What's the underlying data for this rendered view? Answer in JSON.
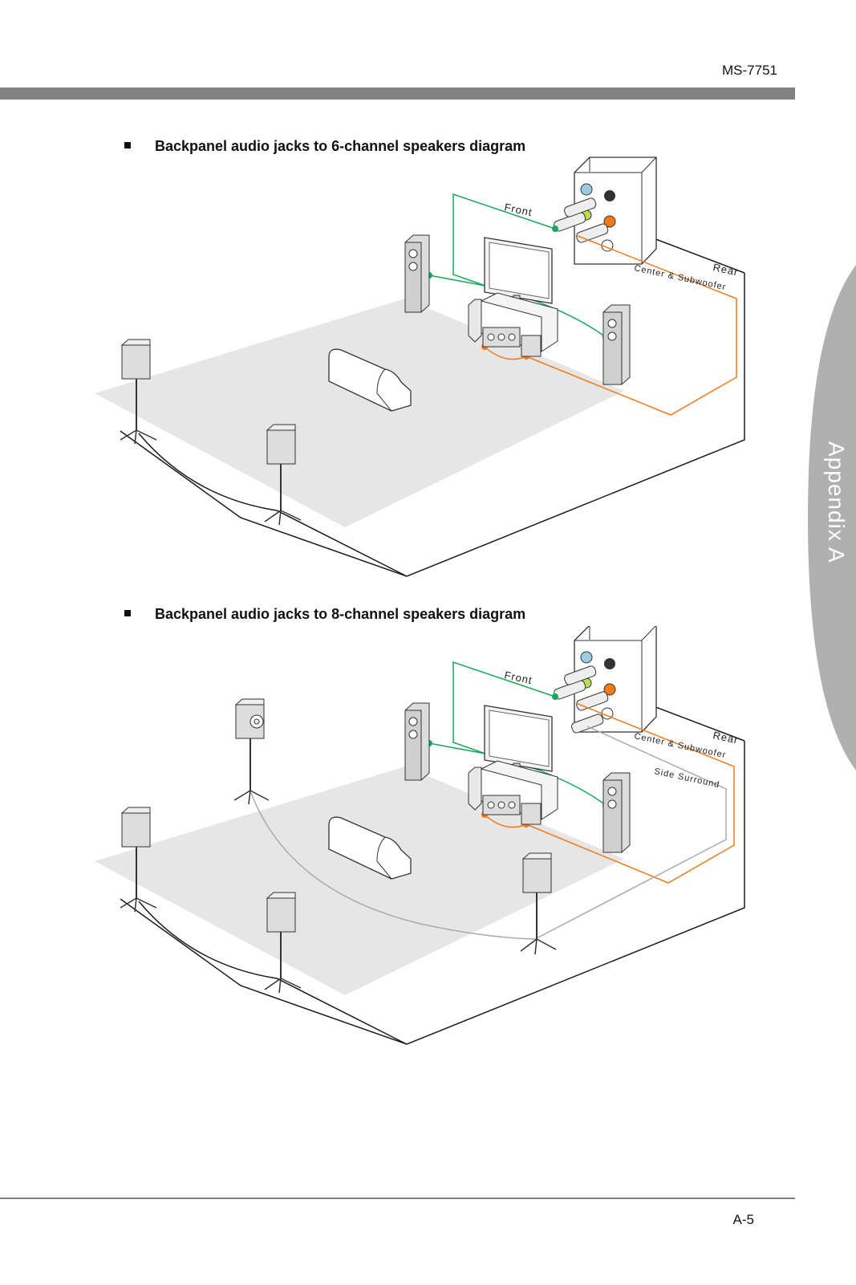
{
  "header": {
    "model": "MS-7751"
  },
  "footer": {
    "page_number": "A-5"
  },
  "side_tab": {
    "label": "Appendix A"
  },
  "sections": [
    {
      "heading": "Backpanel audio jacks to 6-channel speakers diagram",
      "labels": {
        "front": "Front",
        "rear": "Rear",
        "center_sub": "Center & Subwoofer"
      }
    },
    {
      "heading": "Backpanel audio jacks to 8-channel speakers diagram",
      "labels": {
        "front": "Front",
        "rear": "Rear",
        "center_sub": "Center & Subwoofer",
        "side": "Side Surround"
      }
    }
  ],
  "colors": {
    "front_cable": "#17a85a",
    "center_sub_cable": "#f07a1a",
    "rear_cable": "#1a1a1a",
    "side_cable": "#aaaaaa",
    "floor": "#e6e6e6",
    "header_bar": "#828282",
    "tab": "#b0b0b0"
  }
}
